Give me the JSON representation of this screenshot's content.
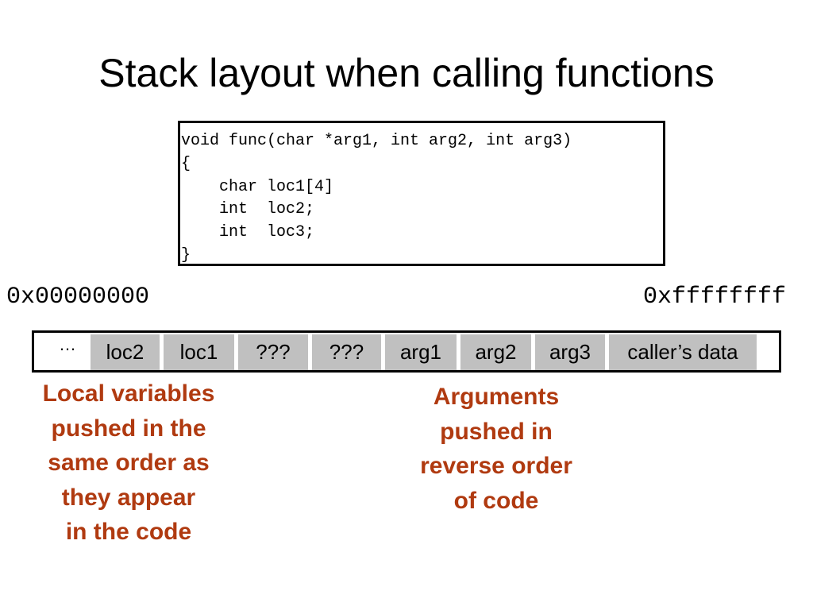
{
  "title": "Stack layout when calling functions",
  "code": {
    "lines": [
      "void func(char *arg1, int arg2, int arg3)",
      "{",
      "    char loc1[4]",
      "    int  loc2;",
      "    int  loc3;",
      "}"
    ]
  },
  "addresses": {
    "low": "0x00000000",
    "high": "0xffffffff"
  },
  "stack": {
    "ellipsis": "…",
    "cells": [
      {
        "label": "loc2"
      },
      {
        "label": "loc1"
      },
      {
        "label": "???"
      },
      {
        "label": "???"
      },
      {
        "label": "arg1"
      },
      {
        "label": "arg2"
      },
      {
        "label": "arg3"
      },
      {
        "label": "caller’s data"
      }
    ],
    "cell_color": "#c0c0c0"
  },
  "notes": {
    "locals": [
      "Local variables",
      "pushed in the",
      "same order as",
      "they appear",
      "in the code"
    ],
    "args": [
      "Arguments",
      "pushed in",
      "reverse order",
      "of code"
    ],
    "color": "#b03a10"
  }
}
